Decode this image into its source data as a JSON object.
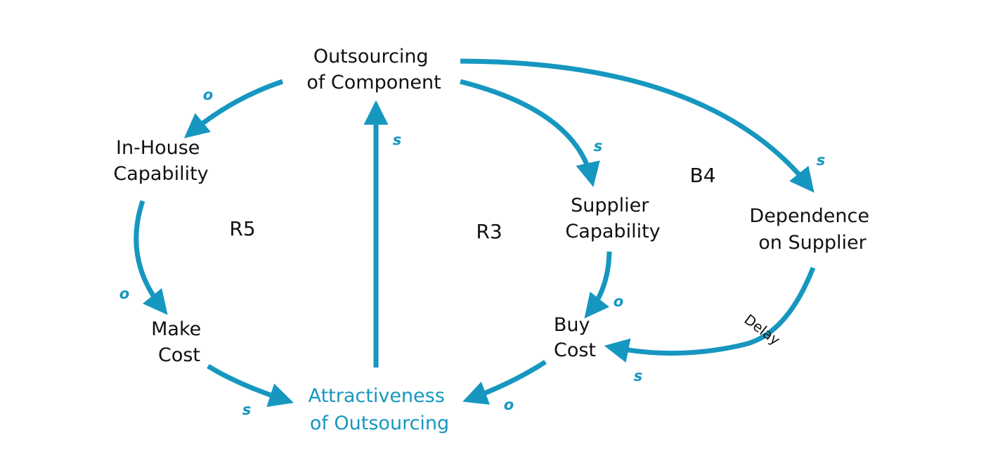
{
  "colors": {
    "accent": "#1697c0",
    "text": "#111111",
    "background": "#ffffff"
  },
  "nodes": {
    "outsourcing": [
      "Outsourcing",
      "of Component"
    ],
    "inhouse": [
      "In-House",
      "Capability"
    ],
    "make_cost": [
      "Make",
      "Cost"
    ],
    "attractiveness": [
      "Attractiveness",
      "of Outsourcing"
    ],
    "supplier_capability": [
      "Supplier",
      "Capability"
    ],
    "buy_cost": [
      "Buy",
      "Cost"
    ],
    "dependence": [
      "Dependence",
      "on Supplier"
    ]
  },
  "loops": {
    "r5": "R5",
    "r3": "R3",
    "b4": "B4"
  },
  "polarities": {
    "outsourcing_to_inhouse": "o",
    "inhouse_to_make": "o",
    "make_to_attract": "s",
    "attract_to_outsourcing": "s",
    "outsourcing_to_supplier": "s",
    "outsourcing_to_dependence": "s",
    "supplier_to_buy": "o",
    "dependence_to_buy": "s",
    "buy_to_attract": "o"
  },
  "delay_label": "Delay"
}
